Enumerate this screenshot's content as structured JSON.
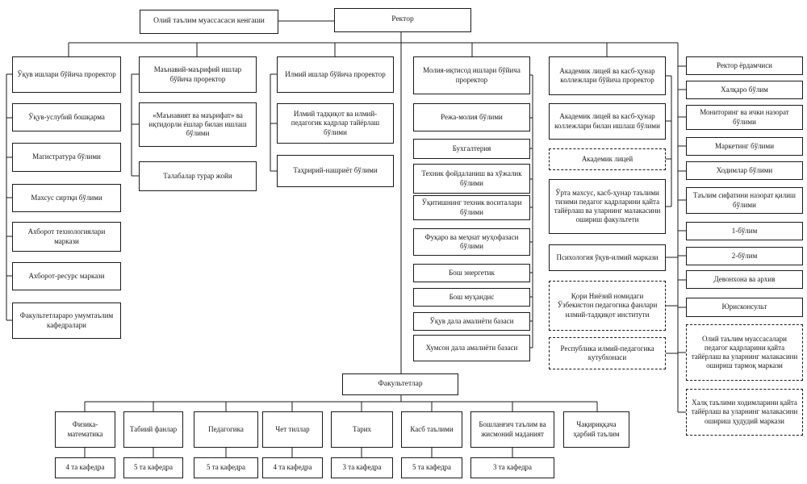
{
  "top": {
    "council": "Олий таълим муассасаси кенгаши",
    "rector": "Ректор"
  },
  "columns": [
    {
      "header": "Ўқув ишлари бўйича проректор",
      "items": [
        {
          "label": "Ўқув-услубий бошқарма"
        },
        {
          "label": "Магистратура бўлими"
        },
        {
          "label": "Махсус сиртқи бўлими"
        },
        {
          "label": "Ахборот технологиялари маркази"
        },
        {
          "label": "Ахборот-ресурс маркази"
        },
        {
          "label": "Факультетлараро умумтаълим кафедралари"
        }
      ]
    },
    {
      "header": "Маънавий-маърифий ишлар бўйича проректор",
      "items": [
        {
          "label": "«Маънавият ва маърифат» ва иқтидорли ёшлар билан ишлаш бўлими"
        },
        {
          "label": "Талабалар турар жойи"
        }
      ]
    },
    {
      "header": "Илмий ишлар бўйича проректор",
      "items": [
        {
          "label": "Илмий тадқиқот ва илмий-педагогик кадрлар тайёрлаш бўлими"
        },
        {
          "label": "Таҳририй-нашриёт бўлими"
        }
      ]
    },
    {
      "header": "Молия-иқтисод ишлари бўйича проректор",
      "items": [
        {
          "label": "Режа-молия бўлими"
        },
        {
          "label": "Бухгалтерия"
        },
        {
          "label": "Техник фойдаланиш ва хўжалик бўлими"
        },
        {
          "label": "Ўқитишнинг техник воситалари бўлими"
        },
        {
          "label": "Фуқаро ва меҳнат муҳофазаси бўлими"
        },
        {
          "label": "Бош энергетик"
        },
        {
          "label": "Бош муҳандис"
        },
        {
          "label": "Ўқув дала амалиёти базаси"
        },
        {
          "label": "Хумсон дала амалиёти базаси"
        }
      ]
    },
    {
      "header": "Академик лицей ва касб-ҳунар коллежлари бўйича проректор",
      "items": [
        {
          "label": "Академик лицей ва касб-ҳунар коллежлари билан ишлаш бўлими"
        },
        {
          "label": "Академик лицей",
          "dashed": true
        },
        {
          "label": "Ўрта махсус, касб-ҳунар таълими тизими педагог кадрларини қайта тайёрлаш ва уларнинг малакасини ошириш факультети"
        },
        {
          "label": "Психология ўқув-илмий маркази"
        },
        {
          "label": "Қори Ниёзий номидаги Ўзбекистон педагогика фанлари илмий-тадқиқот институти",
          "dashed": true
        },
        {
          "label": "Республика илмий-педагогика кутубхонаси",
          "dashed": true
        }
      ]
    }
  ],
  "rector_units": [
    {
      "label": "Ректор ёрдамчиси"
    },
    {
      "label": "Халқаро бўлим"
    },
    {
      "label": "Мониторинг ва ички назорат бўлими"
    },
    {
      "label": "Маркетинг бўлими"
    },
    {
      "label": "Ходимлар бўлими"
    },
    {
      "label": "Таълим сифатини назорат қилиш бўлими"
    },
    {
      "label": "1-бўлим"
    },
    {
      "label": "2-бўлим"
    },
    {
      "label": "Девонхона ва архив"
    },
    {
      "label": "Юрисконсульт"
    },
    {
      "label": "Олий таълим муассасалари педагог кадрларини қайта тайёрлаш ва уларнинг малакасини ошириш тармоқ маркази",
      "dashed": true
    },
    {
      "label": "Халқ таълими ходимларини қайта тайёрлаш ва уларнинг малакасини ошириш ҳудудий маркази",
      "dashed": true
    }
  ],
  "faculties_root": "Факультетлар",
  "faculties": [
    {
      "name": "Физика-математика",
      "departments": "4 та кафедра"
    },
    {
      "name": "Табиий фанлар",
      "departments": "5 та кафедра"
    },
    {
      "name": "Педагогика",
      "departments": "5 та кафедра"
    },
    {
      "name": "Чет тиллар",
      "departments": "4 та кафедра"
    },
    {
      "name": "Тарих",
      "departments": "3 та кафедра"
    },
    {
      "name": "Касб таълими",
      "departments": "5 та кафедра"
    },
    {
      "name": "Бошланғич таълим ва жисмоний маданият",
      "departments": "3 та кафедра"
    },
    {
      "name": "Чақириққача ҳарбий таълим"
    }
  ]
}
